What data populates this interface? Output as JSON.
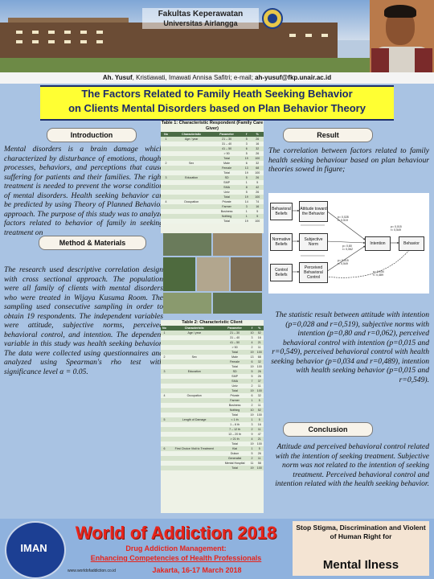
{
  "header": {
    "faculty": "Fakultas Keperawatan",
    "university": "Universitas Airlangga",
    "authors_bold": "Ah. Yusuf",
    "authors_rest": ", Kristiawati, Imawati Annisa Safitri; e-mail; ",
    "email": "ah-yusuf@fkp.unair.ac.id"
  },
  "title": {
    "line1": "The Factors Related to  Family Heath Seeking Behavior",
    "line2": "on Clients Mental Disorders based on Plan Behavior Theory"
  },
  "introduction": {
    "heading": "Introduction",
    "text": "Mental disorders is a brain damage which characterized by disturbance of emotions, thought processes, behaviors, and perceptions that cause suffering for patients and their families.  The  right treatment is needed to prevent the worse condition of mental disorders.  Health seeking behavior can be predicted by using Theory of Planned Behavior approach. The purpose of this study was to analyze factors related to behavior of family in seeking treatment on"
  },
  "method": {
    "heading": "Method & Materials",
    "text": "The research used descriptive correlation design with cross sectional approach. The population were all family of clients with mental disorders who were treated in Wijaya Kusuma Room. The sampling used consecutive sampling in order to obtain 19 respondents. The independent variables were attitude, subjective norms, perceived behavioral control, and intention. The dependent variable in this study was health seeking behavior. The data were collected using questionnaires and analyzed using Spearman's rho test with significance level α = 0.05."
  },
  "table1": {
    "caption": "Table 1: Characteristic Respondent (Family Care Giver)",
    "headers": [
      "No",
      "Characteristic",
      "Parameter",
      "f",
      "%"
    ],
    "rows": [
      [
        "1",
        "Age / year",
        "21 – 30",
        "5",
        "26"
      ],
      [
        "",
        "",
        "31 – 40",
        "3",
        "16"
      ],
      [
        "",
        "",
        "41 – 50",
        "6",
        "32"
      ],
      [
        "",
        "",
        "> 50",
        "5",
        "26"
      ],
      [
        "",
        "",
        "Total",
        "19",
        "100"
      ],
      [
        "2",
        "Sex",
        "Male",
        "6",
        "32"
      ],
      [
        "",
        "",
        "Female",
        "13",
        "68"
      ],
      [
        "",
        "",
        "Total",
        "19",
        "100"
      ],
      [
        "3",
        "Education",
        "SD",
        "5",
        "26"
      ],
      [
        "",
        "",
        "SMP",
        "1",
        "5"
      ],
      [
        "",
        "",
        "SMA",
        "8",
        "42"
      ],
      [
        "",
        "",
        "Univ",
        "5",
        "26"
      ],
      [
        "",
        "",
        "Total",
        "19",
        "100"
      ],
      [
        "4",
        "Occupation",
        "Private",
        "14",
        "74"
      ],
      [
        "",
        "",
        "Farmer",
        "3",
        "16"
      ],
      [
        "",
        "",
        "Business",
        "1",
        "5"
      ],
      [
        "",
        "",
        "Nothing",
        "1",
        "5"
      ],
      [
        "",
        "",
        "Total",
        "19",
        "100"
      ]
    ]
  },
  "table2": {
    "caption": "Table 2: Characteristic Client",
    "headers": [
      "No",
      "Characteristic",
      "Parameter",
      "f",
      "%"
    ],
    "rows": [
      [
        "1",
        "Age / year",
        "21 – 30",
        "10",
        "52"
      ],
      [
        "",
        "",
        "31 – 40",
        "3",
        "16"
      ],
      [
        "",
        "",
        "41 – 50",
        "4",
        "21"
      ],
      [
        "",
        "",
        "> 50",
        "2",
        "11"
      ],
      [
        "",
        "",
        "Total",
        "19",
        "100"
      ],
      [
        "2",
        "Sex",
        "Male",
        "13",
        "68"
      ],
      [
        "",
        "",
        "Female",
        "6",
        "32"
      ],
      [
        "",
        "",
        "Total",
        "19",
        "100"
      ],
      [
        "3",
        "Education",
        "SD",
        "5",
        "26"
      ],
      [
        "",
        "",
        "SMP",
        "5",
        "26"
      ],
      [
        "",
        "",
        "SMA",
        "7",
        "37"
      ],
      [
        "",
        "",
        "Univ",
        "2",
        "11"
      ],
      [
        "",
        "",
        "Total",
        "19",
        "100"
      ],
      [
        "4",
        "Occupation",
        "Private",
        "6",
        "32"
      ],
      [
        "",
        "",
        "Farmer",
        "1",
        "5"
      ],
      [
        "",
        "",
        "Business",
        "2",
        "11"
      ],
      [
        "",
        "",
        "Nothing",
        "10",
        "52"
      ],
      [
        "",
        "",
        "Total",
        "19",
        "100"
      ],
      [
        "5",
        "Length of Damage",
        "< 1 th",
        "1",
        "5"
      ],
      [
        "",
        "",
        "1 – 6 th",
        "3",
        "16"
      ],
      [
        "",
        "",
        "7 – 12 th",
        "2",
        "11"
      ],
      [
        "",
        "",
        "13 – 20 th",
        "9",
        "47"
      ],
      [
        "",
        "",
        "> 21 th",
        "4",
        "21"
      ],
      [
        "",
        "",
        "Total",
        "19",
        "100"
      ],
      [
        "6",
        "First Choice Visit to Treatment",
        "Kiai",
        "1",
        "5"
      ],
      [
        "",
        "",
        "Dukun",
        "5",
        "26"
      ],
      [
        "",
        "",
        "Generalist",
        "2",
        "11"
      ],
      [
        "",
        "",
        "Mental Hospital",
        "11",
        "58"
      ],
      [
        "",
        "",
        "Total",
        "19",
        "100"
      ]
    ]
  },
  "result": {
    "heading": "Result",
    "text1": "The correlation between factors related to family health seeking behaviour based on plan behaviour theories sowed in figure;",
    "text2": "The statistic result between attitude with intention (p=0,028 and r=0,519), subjective norms with intention (p=0,80 and r=0,062), perceived behavioral control with intention (p=0,015 and r=0,549), perceived behavioral control with health seeking behavior (p=0,034 and r=0,489), intention with health seeking behavior (p=0,015 and r=0,549)."
  },
  "diagram": {
    "nodes": {
      "behavioral_beliefs": "Behavioral Beliefs",
      "attitude": "Attitude toward the Behavior",
      "normative_beliefs": "Normative Beliefs",
      "subjective_norm": "Subjective Norm",
      "control_beliefs": "Control Beliefs",
      "pbc": "Perceived Behavioral Control",
      "intention": "Intention",
      "behavior": "Behavior"
    },
    "coefficients": {
      "attitude": "p= 0,028\nr= 0,519",
      "norm": "p= 0,80\nr= 0,062",
      "pbc": "p= 0,015\nr= 0,549",
      "pbc_behavior": "p= 0,034\nr= 0,489",
      "intention_behavior": "p= 0,015\nr= 0,549"
    }
  },
  "conclusion": {
    "heading": "Conclusion",
    "text": "Attitude and perceived behavioral control related with the intention of seeking treatment. Subjective norm was not related to the intention of seeking treatment. Perceived behavioral control and intention related with the health seeking behavior."
  },
  "footer": {
    "logo_text": "IMAN",
    "event": "World of Addiction 2018",
    "subtitle": "Drug Addiction Management:",
    "theme": "Enhancing Competencies of Health Professionals",
    "website": "www.worldofaddiction.co.id",
    "date": "Jakarta, 16-17 March 2018",
    "slogan": "Stop Stigma, Discrimination and Violent of Human Right for",
    "slogan_big": "Mental Ilness"
  },
  "colors": {
    "background": "#a9c3e3",
    "title_bg": "#ffff33",
    "title_text": "#1c2a6b",
    "event_red": "#e8241b",
    "table_header": "#4a6b45"
  }
}
